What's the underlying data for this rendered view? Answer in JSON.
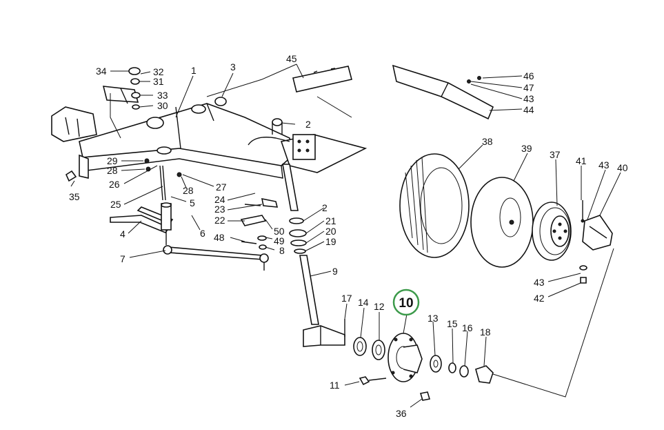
{
  "highlight": {
    "label": "10",
    "color": "#3c9a4a"
  },
  "part_labels": {
    "p1": "1",
    "p2a": "2",
    "p2b": "2",
    "p3": "3",
    "p4": "4",
    "p5": "5",
    "p6": "6",
    "p7": "7",
    "p8": "8",
    "p9": "9",
    "p11": "11",
    "p12": "12",
    "p13": "13",
    "p14": "14",
    "p15": "15",
    "p16": "16",
    "p17": "17",
    "p18": "18",
    "p19": "19",
    "p20": "20",
    "p21": "21",
    "p22": "22",
    "p23": "23",
    "p24": "24",
    "p25": "25",
    "p26": "26",
    "p27": "27",
    "p28a": "28",
    "p28b": "28",
    "p29": "29",
    "p30": "30",
    "p31": "31",
    "p32": "32",
    "p33": "33",
    "p34": "34",
    "p35": "35",
    "p36": "36",
    "p37": "37",
    "p38": "38",
    "p39": "39",
    "p40": "40",
    "p41": "41",
    "p42": "42",
    "p43a": "43",
    "p43b": "43",
    "p43c": "43",
    "p44": "44",
    "p45": "45",
    "p46": "46",
    "p47": "47",
    "p48": "48",
    "p49": "49",
    "p50": "50"
  }
}
